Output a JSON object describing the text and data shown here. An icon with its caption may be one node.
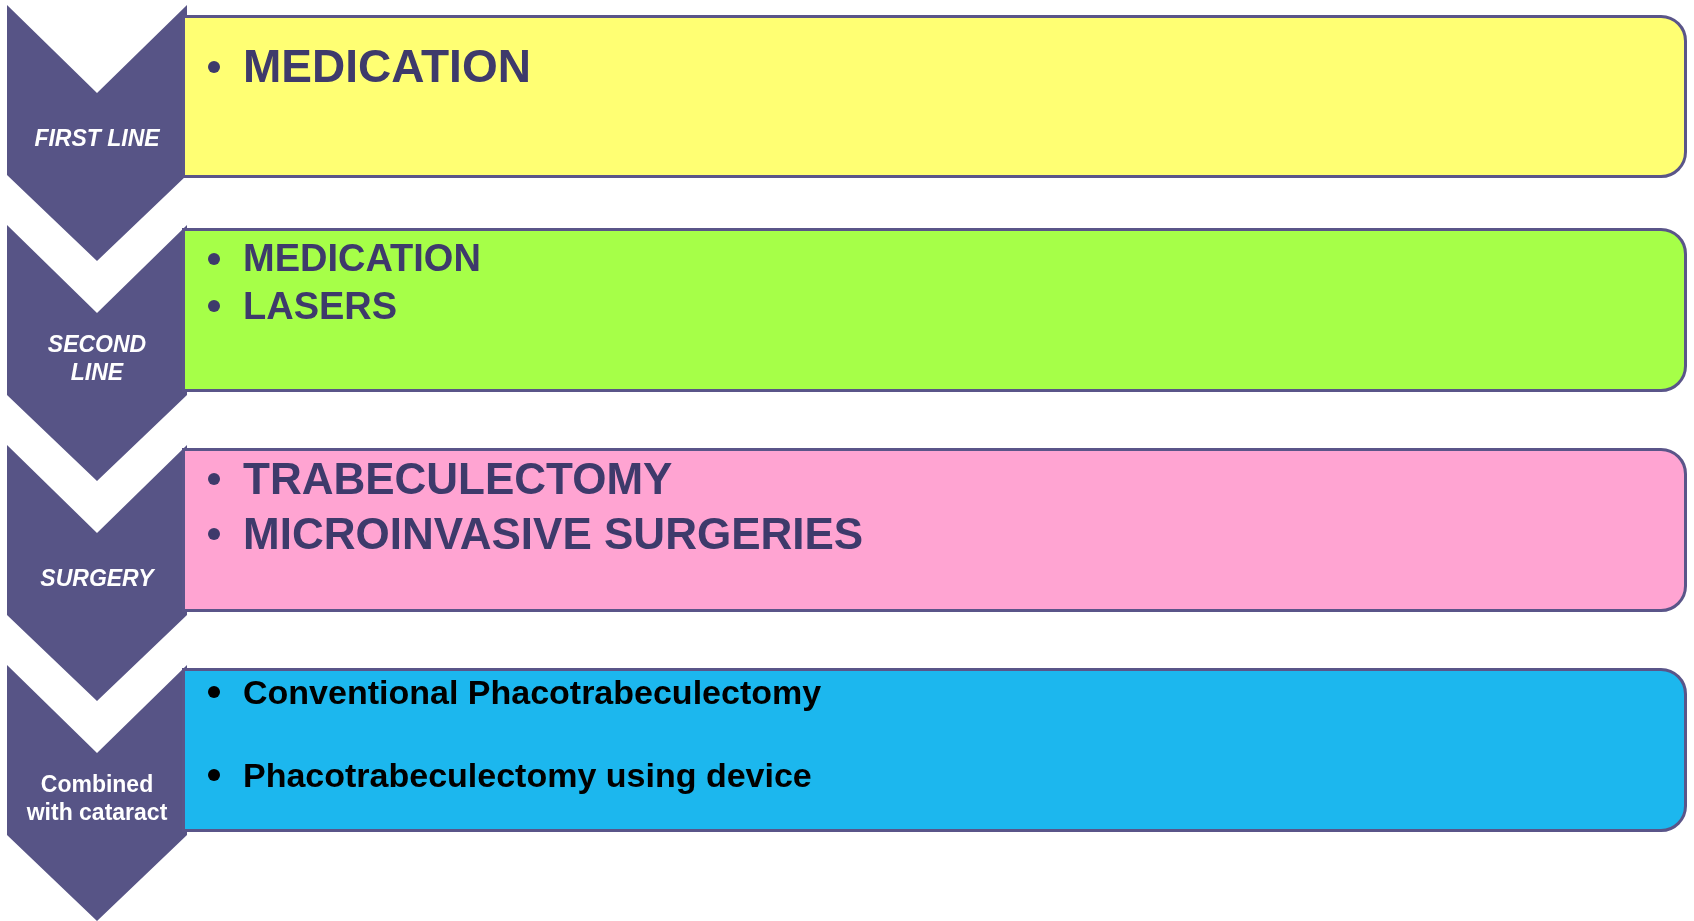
{
  "diagram": {
    "nodes": [
      {
        "text": [
          "FIRST LINE"
        ]
      },
      {
        "text": [
          "MEDICATION"
        ]
      },
      {
        "text": [
          "SECOND LINE"
        ]
      },
      {
        "text": [
          "MEDICATION",
          "LASERS"
        ]
      },
      {
        "text": [
          "SURGERY"
        ]
      },
      {
        "text": [
          "TRABECULECTOMY",
          "MICROINVASIVE SURGERIES"
        ]
      },
      {
        "text": [
          "Combined with cataract"
        ]
      },
      {
        "text": [
          "Conventional Phacotrabeculectomy",
          "Phacotrabeculectomy using device"
        ]
      }
    ]
  }
}
